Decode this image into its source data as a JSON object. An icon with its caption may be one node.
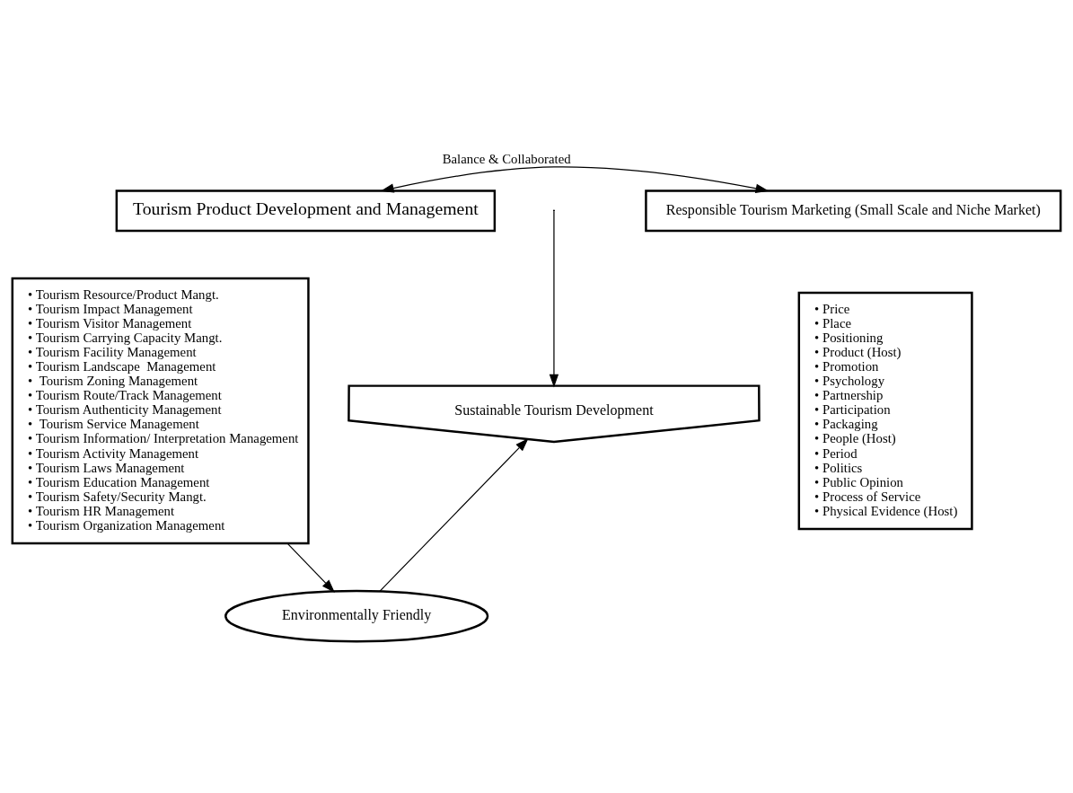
{
  "diagram": {
    "nodes": [
      {
        "text": [
          "Tourism Product Development and Management"
        ]
      },
      {
        "text": [
          "Responsible Tourism Marketing (Small Scale and Niche Market)"
        ]
      },
      {
        "text": [
          "• Tourism Resource/Product Mangt.",
          "• Tourism Impact Management",
          "• Tourism Visitor Management",
          "• Tourism Carrying Capacity Mangt.",
          "• Tourism Facility Management",
          "• Tourism Landscape  Management",
          "•  Tourism Zoning Management",
          "• Tourism Route/Track Management",
          "• Tourism Authenticity Management",
          "•  Tourism Service Management",
          "• Tourism Information/ Interpretation Management",
          "• Tourism Activity Management",
          "• Tourism Laws Management",
          "• Tourism Education Management",
          "• Tourism Safety/Security Mangt.",
          "• Tourism HR Management",
          "• Tourism Organization Management"
        ]
      },
      {
        "text": [
          "Sustainable Tourism Development"
        ]
      },
      {
        "text": [
          "• Price",
          "• Place",
          "• Positioning",
          "• Product (Host)",
          "• Promotion",
          "• Psychology",
          "• Partnership",
          "• Participation",
          "• Packaging",
          "• People (Host)",
          "• Period",
          "• Politics",
          "• Public Opinion",
          "• Process of Service",
          "• Physical Evidence (Host)"
        ]
      },
      {
        "text": [
          "Environmentally Friendly"
        ]
      }
    ],
    "edges": [
      {
        "from": 0,
        "to": 1,
        "arrow": "both",
        "label": "Balance & Collaborated"
      },
      {
        "from": null,
        "to": 3,
        "arrow": "to"
      },
      {
        "from": 5,
        "to": 3,
        "arrow": "to"
      },
      {
        "from": 2,
        "to": 5,
        "arrow": "to"
      }
    ]
  }
}
